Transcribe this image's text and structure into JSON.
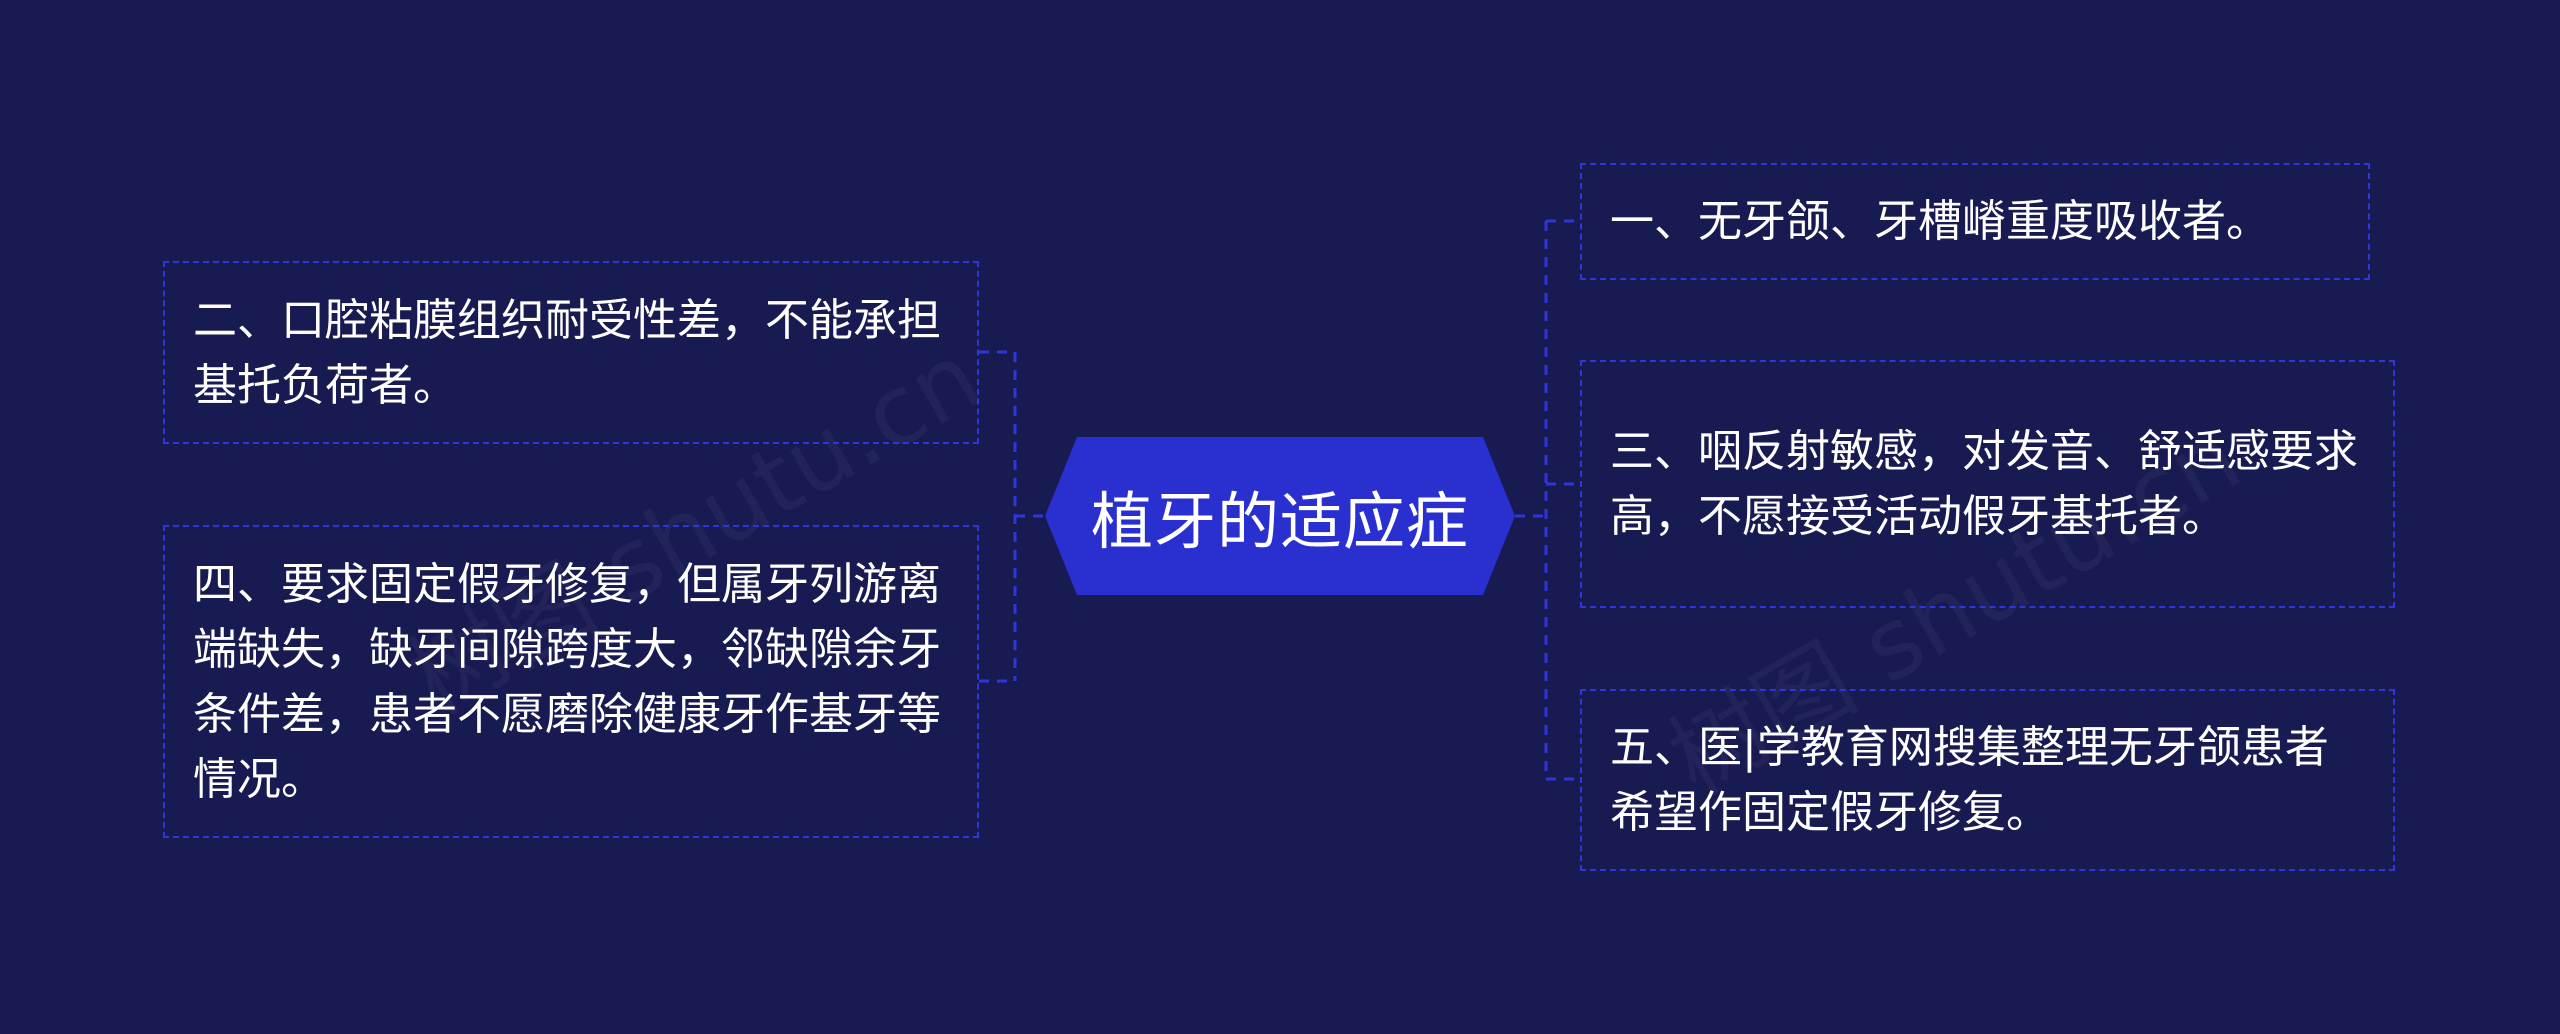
{
  "mindmap": {
    "central": "植牙的适应症",
    "left": [
      {
        "text": "二、口腔粘膜组织耐受性差，不能承担基托负荷者。"
      },
      {
        "text": "四、要求固定假牙修复，但属牙列游离端缺失，缺牙间隙跨度大，邻缺隙余牙条件差，患者不愿磨除健康牙作基牙等情况。"
      }
    ],
    "right": [
      {
        "text": "一、无牙颌、牙槽嵴重度吸收者。"
      },
      {
        "text": "三、咽反射敏感，对发音、舒适感要求高，不愿接受活动假牙基托者。"
      },
      {
        "text": "五、医|学教育网搜集整理无牙颌患者希望作固定假牙修复。"
      }
    ]
  },
  "watermarks": [
    "树图 shutu.cn",
    "树图 shutu.cn"
  ],
  "colors": {
    "background": "#181a52",
    "central_fill": "#2a2fcf",
    "connector": "#2f36d8",
    "text": "#ffffff"
  }
}
